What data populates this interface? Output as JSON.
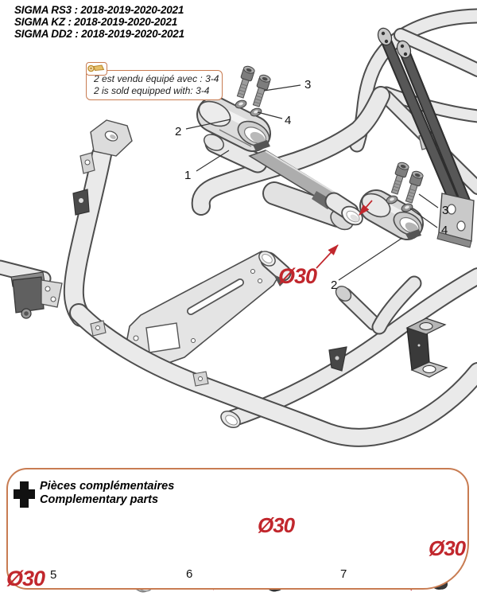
{
  "header": {
    "models": [
      "SIGMA RS3 : 2018-2019-2020-2021",
      "SIGMA KZ : 2018-2019-2020-2021",
      "SIGMA DD2 : 2018-2019-2020-2021"
    ]
  },
  "note": {
    "fr": "2 est vendu équipé avec : 3-4",
    "en": "2 is sold equipped with: 3-4"
  },
  "diagram": {
    "callouts": {
      "n1": "1",
      "n2": "2",
      "n3": "3",
      "n4": "4"
    },
    "dim_label": "Ø30"
  },
  "complementary": {
    "title_fr": "Pièces complémentaires",
    "title_en": "Complementary parts",
    "parts": [
      {
        "num": "5",
        "dim": "Ø30"
      },
      {
        "num": "6",
        "dim": "Ø30"
      },
      {
        "num": "7",
        "dim": "Ø30"
      }
    ]
  },
  "colors": {
    "accent_red": "#c1272d",
    "box_border": "#c87c52",
    "label_text": "#111111",
    "tube_light": "#e8e8e8",
    "tube_dark": "#5c5c5c",
    "outline": "#4d4d4d"
  }
}
